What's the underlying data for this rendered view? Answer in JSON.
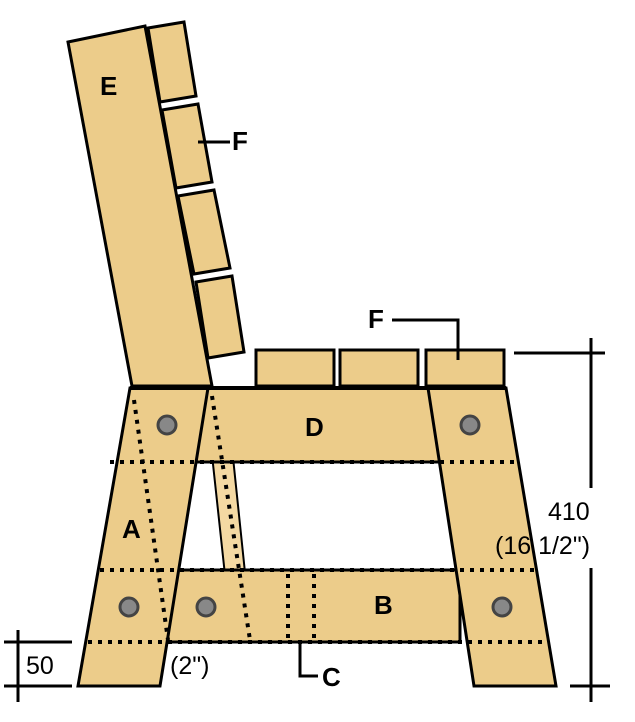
{
  "colors": {
    "wood": "#eccc8a",
    "wood_light": "#f4d9a3",
    "outline": "#000000",
    "bolt": "#888888",
    "background": "#ffffff"
  },
  "parts": {
    "a": "A",
    "b": "B",
    "c": "C",
    "d": "D",
    "e": "E",
    "f_back": "F",
    "f_seat": "F"
  },
  "dimensions": {
    "height_mm": "410",
    "height_in": "(16 1/2\")",
    "foot_mm": "50",
    "foot_in": "(2\")"
  }
}
